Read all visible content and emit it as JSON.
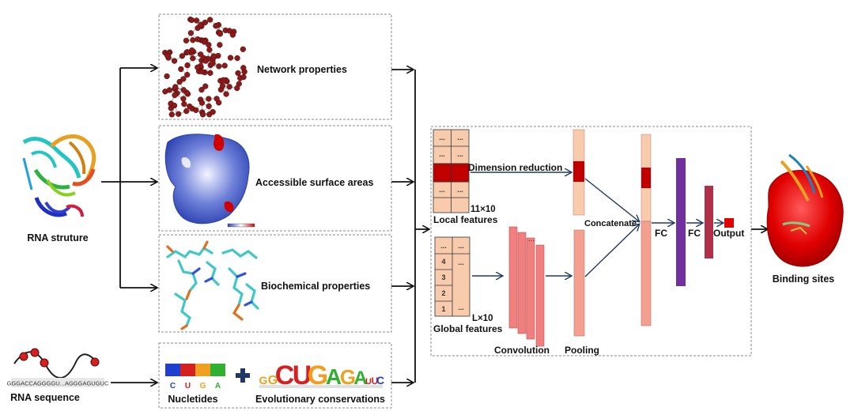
{
  "inputs": {
    "structure_label": "RNA struture",
    "sequence_label": "RNA sequence",
    "sequence_text": "GGGACCAGGGGU...AGGGAGUGUC"
  },
  "panels": {
    "network": "Network properties",
    "surface": "Accessible surface areas",
    "biochemical": "Biochemical properties",
    "nucleotides": "Nucletides",
    "conservation": "Evolutionary conservations",
    "nucleotide_letters": [
      "C",
      "U",
      "G",
      "A"
    ],
    "logo_letters": [
      "G",
      "G",
      "C",
      "U",
      "G",
      "A",
      "G",
      "A",
      "U",
      "U",
      "C"
    ]
  },
  "model": {
    "local_size": "11×10",
    "local_label": "Local features",
    "global_size": "L×10",
    "global_label": "Global features",
    "dim_reduction": "Dimension reduction",
    "convolution": "Convolution",
    "pooling": "Pooling",
    "concatenate": "Concatenate",
    "fc1": "FC",
    "fc2": "FC",
    "output": "Output",
    "local_cells": [
      "...",
      "...",
      "...",
      "...",
      "...",
      "..."
    ],
    "global_rows": [
      "4",
      "3",
      "2",
      "1"
    ],
    "global_dots": "..."
  },
  "result": {
    "label": "Binding sites"
  },
  "colors": {
    "arrow": "#111111",
    "network_node": "#8b1a1a",
    "feature_red": "#c00000",
    "feature_peach": "#f8cbad",
    "conv_pink": "#f08080",
    "fc_purple": "#7030a0",
    "fc_maroon": "#b03048",
    "protein_red": "#e00000",
    "nuc_blue": "#1f3fcf",
    "nuc_red": "#d42020",
    "nuc_orange": "#f0a020",
    "nuc_green": "#30b030"
  }
}
